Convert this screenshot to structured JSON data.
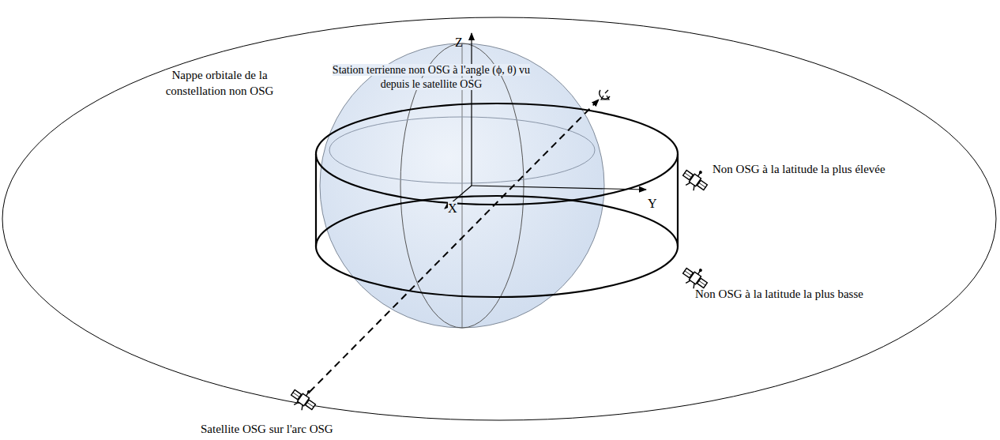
{
  "diagram": {
    "labels": [
      "Z",
      "Y",
      "X",
      "Nappe orbitale de la constellation non OSG",
      "Station terrienne non OSG à l'angle (ϕ, θ) vu depuis le satellite OSG",
      "Non OSG à la latitude la plus élevée",
      "Non OSG à la latitude la plus basse",
      "Satellite OSG sur l'arc OSG"
    ]
  }
}
